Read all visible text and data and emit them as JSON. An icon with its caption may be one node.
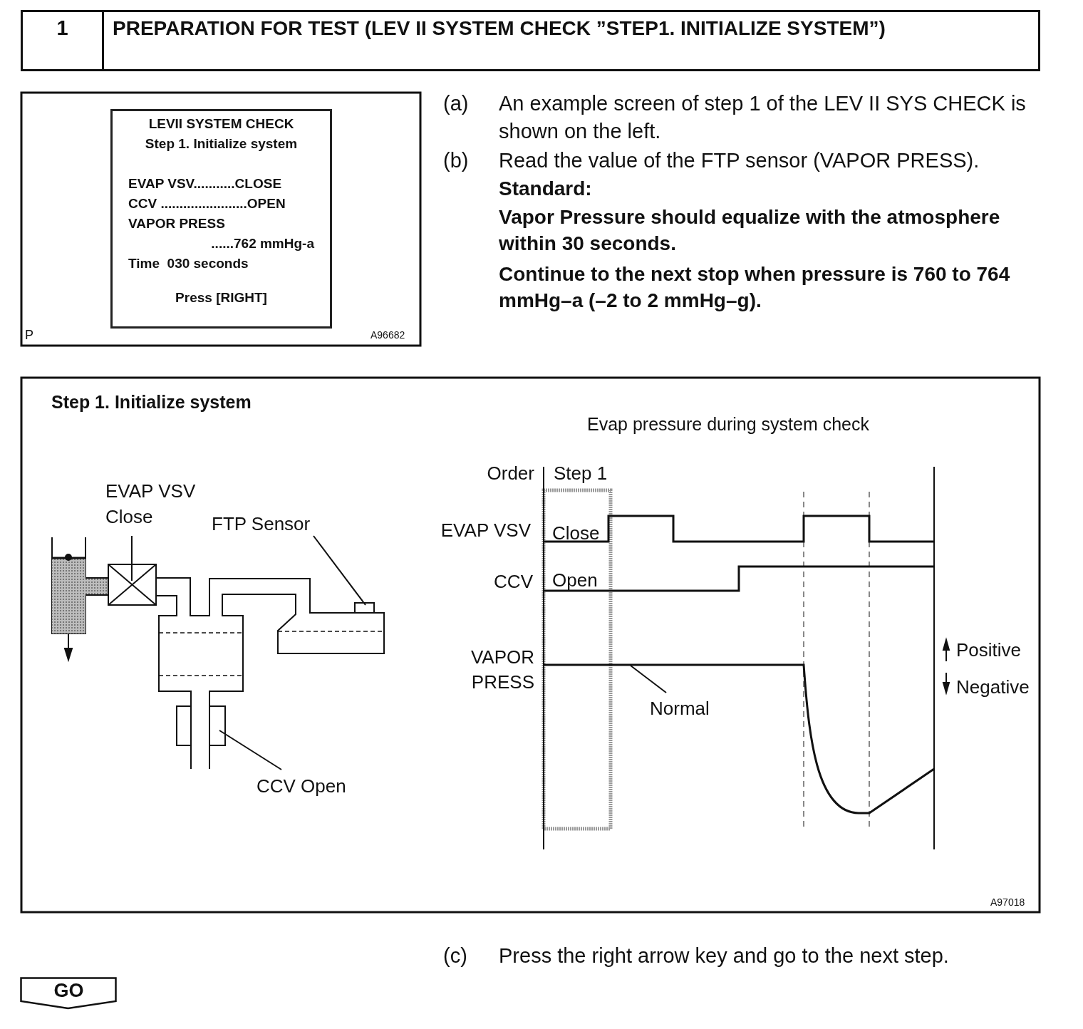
{
  "diagram": {
    "nodes": [
      {
        "text": [
          "1",
          "PREPARATION FOR TEST (LEV II SYSTEM CHECK ”STEP1. INITIALIZE SYSTEM”)"
        ]
      },
      {
        "text": [
          "LEVII SYSTEM CHECK",
          "Step 1. Initialize system",
          "EVAP VSV...........CLOSE",
          "CCV .......................OPEN",
          "VAPOR PRESS",
          "......762 mmHg-a",
          "Time  030 seconds",
          "Press [RIGHT]"
        ]
      },
      {
        "text": [
          "EVAP VSV Close"
        ]
      },
      {
        "text": [],
        "shape": "box"
      },
      {
        "text": [
          "FTP Sensor"
        ]
      },
      {
        "text": [],
        "shape": "box"
      },
      {
        "text": [
          "CCV Open"
        ]
      },
      {
        "text": [],
        "shape": "box"
      },
      {
        "text": [
          "Normal"
        ]
      },
      {
        "text": [
          "GO"
        ]
      }
    ],
    "edges": [
      {
        "from": 2,
        "to": 3,
        "arrow": "none"
      },
      {
        "from": 4,
        "to": 5,
        "arrow": "none"
      },
      {
        "from": 6,
        "to": 7,
        "arrow": "none"
      },
      {
        "from": 8,
        "to": null,
        "arrow": "none"
      }
    ],
    "labels": [
      "(a)",
      "An example screen of step 1 of the LEV II SYS CHECK is shown on the left.",
      "(b)",
      "Read the value of the FTP sensor (VAPOR PRESS).",
      "Standard:",
      "Vapor Pressure should equalize with the atmosphere within 30 seconds.",
      "Continue to the next stop when pressure is 760 to 764 mmHg–a (–2 to 2 mmHg–g).",
      "P",
      "A96682",
      "Step 1. Initialize system",
      "Evap pressure during system check",
      "Order",
      "Step 1",
      "EVAP VSV",
      "Close",
      "CCV",
      "Open",
      "VAPOR PRESS",
      "Positive",
      "Negative",
      "A97018",
      "(c)",
      "Press the right arrow key and go to the next step."
    ]
  }
}
